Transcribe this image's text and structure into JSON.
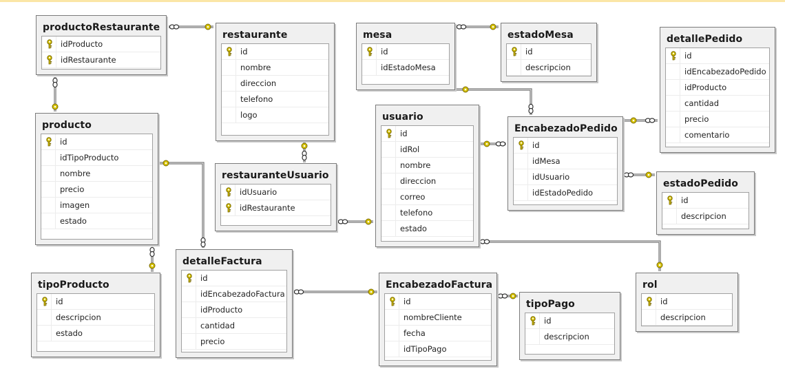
{
  "tables": {
    "productoRestaurante": {
      "name": "productoRestaurante",
      "columns": [
        {
          "name": "idProducto",
          "pk": true
        },
        {
          "name": "idRestaurante",
          "pk": true
        }
      ]
    },
    "restaurante": {
      "name": "restaurante",
      "columns": [
        {
          "name": "id",
          "pk": true
        },
        {
          "name": "nombre"
        },
        {
          "name": "direccion"
        },
        {
          "name": "telefono"
        },
        {
          "name": "logo"
        }
      ]
    },
    "mesa": {
      "name": "mesa",
      "columns": [
        {
          "name": "id",
          "pk": true
        },
        {
          "name": "idEstadoMesa"
        }
      ]
    },
    "estadoMesa": {
      "name": "estadoMesa",
      "columns": [
        {
          "name": "id",
          "pk": true
        },
        {
          "name": "descripcion"
        }
      ]
    },
    "detallePedido": {
      "name": "detallePedido",
      "columns": [
        {
          "name": "id",
          "pk": true
        },
        {
          "name": "idEncabezadoPedido"
        },
        {
          "name": "idProducto"
        },
        {
          "name": "cantidad"
        },
        {
          "name": "precio"
        },
        {
          "name": "comentario"
        }
      ]
    },
    "producto": {
      "name": "producto",
      "columns": [
        {
          "name": "id",
          "pk": true
        },
        {
          "name": "idTipoProducto"
        },
        {
          "name": "nombre"
        },
        {
          "name": "precio"
        },
        {
          "name": "imagen"
        },
        {
          "name": "estado"
        }
      ]
    },
    "usuario": {
      "name": "usuario",
      "columns": [
        {
          "name": "id",
          "pk": true
        },
        {
          "name": "idRol"
        },
        {
          "name": "nombre"
        },
        {
          "name": "direccion"
        },
        {
          "name": "correo"
        },
        {
          "name": "telefono"
        },
        {
          "name": "estado"
        }
      ]
    },
    "EncabezadoPedido": {
      "name": "EncabezadoPedido",
      "columns": [
        {
          "name": "id",
          "pk": true
        },
        {
          "name": "idMesa"
        },
        {
          "name": "idUsuario"
        },
        {
          "name": "idEstadoPedido"
        }
      ]
    },
    "restauranteUsuario": {
      "name": "restauranteUsuario",
      "columns": [
        {
          "name": "idUsuario",
          "pk": true
        },
        {
          "name": "idRestaurante",
          "pk": true
        }
      ]
    },
    "estadoPedido": {
      "name": "estadoPedido",
      "columns": [
        {
          "name": "id",
          "pk": true
        },
        {
          "name": "descripcion"
        }
      ]
    },
    "tipoProducto": {
      "name": "tipoProducto",
      "columns": [
        {
          "name": "id",
          "pk": true
        },
        {
          "name": "descripcion"
        },
        {
          "name": "estado"
        }
      ]
    },
    "detalleFactura": {
      "name": "detalleFactura",
      "columns": [
        {
          "name": "id",
          "pk": true
        },
        {
          "name": "idEncabezadoFactura"
        },
        {
          "name": "idProducto"
        },
        {
          "name": "cantidad"
        },
        {
          "name": "precio"
        }
      ]
    },
    "EncabezadoFactura": {
      "name": "EncabezadoFactura",
      "columns": [
        {
          "name": "id",
          "pk": true
        },
        {
          "name": "nombreCliente"
        },
        {
          "name": "fecha"
        },
        {
          "name": "idTipoPago"
        }
      ]
    },
    "tipoPago": {
      "name": "tipoPago",
      "columns": [
        {
          "name": "id",
          "pk": true
        },
        {
          "name": "descripcion"
        }
      ]
    },
    "rol": {
      "name": "rol",
      "columns": [
        {
          "name": "id",
          "pk": true
        },
        {
          "name": "descripcion"
        }
      ]
    }
  },
  "relationships": [
    {
      "from": "productoRestaurante",
      "to": "restaurante"
    },
    {
      "from": "productoRestaurante",
      "to": "producto"
    },
    {
      "from": "restauranteUsuario",
      "to": "restaurante"
    },
    {
      "from": "restauranteUsuario",
      "to": "usuario"
    },
    {
      "from": "mesa",
      "to": "estadoMesa"
    },
    {
      "from": "EncabezadoPedido",
      "to": "mesa"
    },
    {
      "from": "EncabezadoPedido",
      "to": "usuario"
    },
    {
      "from": "detallePedido",
      "to": "EncabezadoPedido"
    },
    {
      "from": "EncabezadoPedido",
      "to": "estadoPedido"
    },
    {
      "from": "usuario",
      "to": "rol"
    },
    {
      "from": "producto",
      "to": "tipoProducto"
    },
    {
      "from": "detalleFactura",
      "to": "producto"
    },
    {
      "from": "detalleFactura",
      "to": "EncabezadoFactura"
    },
    {
      "from": "EncabezadoFactura",
      "to": "tipoPago"
    }
  ],
  "colors": {
    "key": "#d6c200",
    "key_outline": "#7a6a00",
    "connector": "#6e6e6e"
  }
}
